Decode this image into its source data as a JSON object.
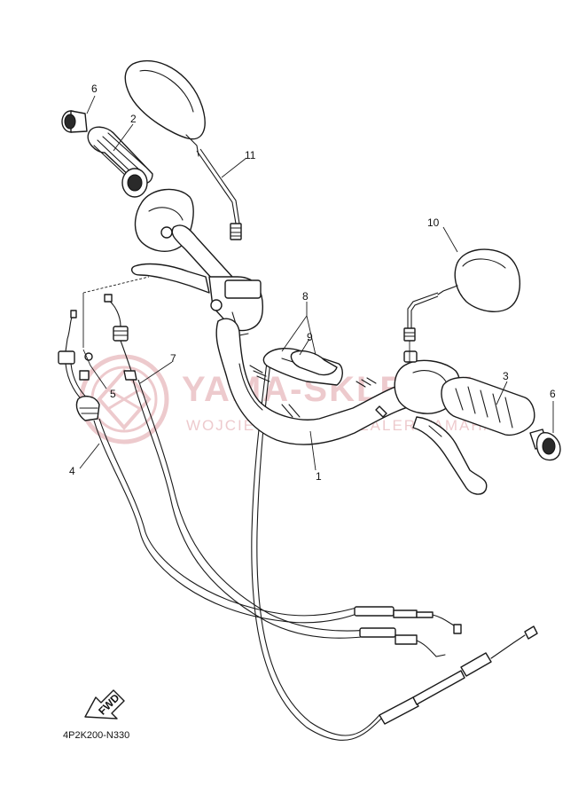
{
  "callouts": [
    {
      "id": "1",
      "text": "1"
    },
    {
      "id": "2",
      "text": "2"
    },
    {
      "id": "3",
      "text": "3"
    },
    {
      "id": "4",
      "text": "4"
    },
    {
      "id": "5",
      "text": "5"
    },
    {
      "id": "6a",
      "text": "6"
    },
    {
      "id": "6b",
      "text": "6"
    },
    {
      "id": "7",
      "text": "7"
    },
    {
      "id": "8",
      "text": "8"
    },
    {
      "id": "9",
      "text": "9"
    },
    {
      "id": "10",
      "text": "10"
    },
    {
      "id": "11",
      "text": "11"
    }
  ],
  "direction_arrow": "FWD",
  "diagram_code": "4P2K200-N330",
  "watermark": {
    "line1": "YAMA-SKLEP.PL",
    "line2": "WOJCIECHOWICZ DEALER YAMAHA",
    "color": "#e8b9bd"
  }
}
